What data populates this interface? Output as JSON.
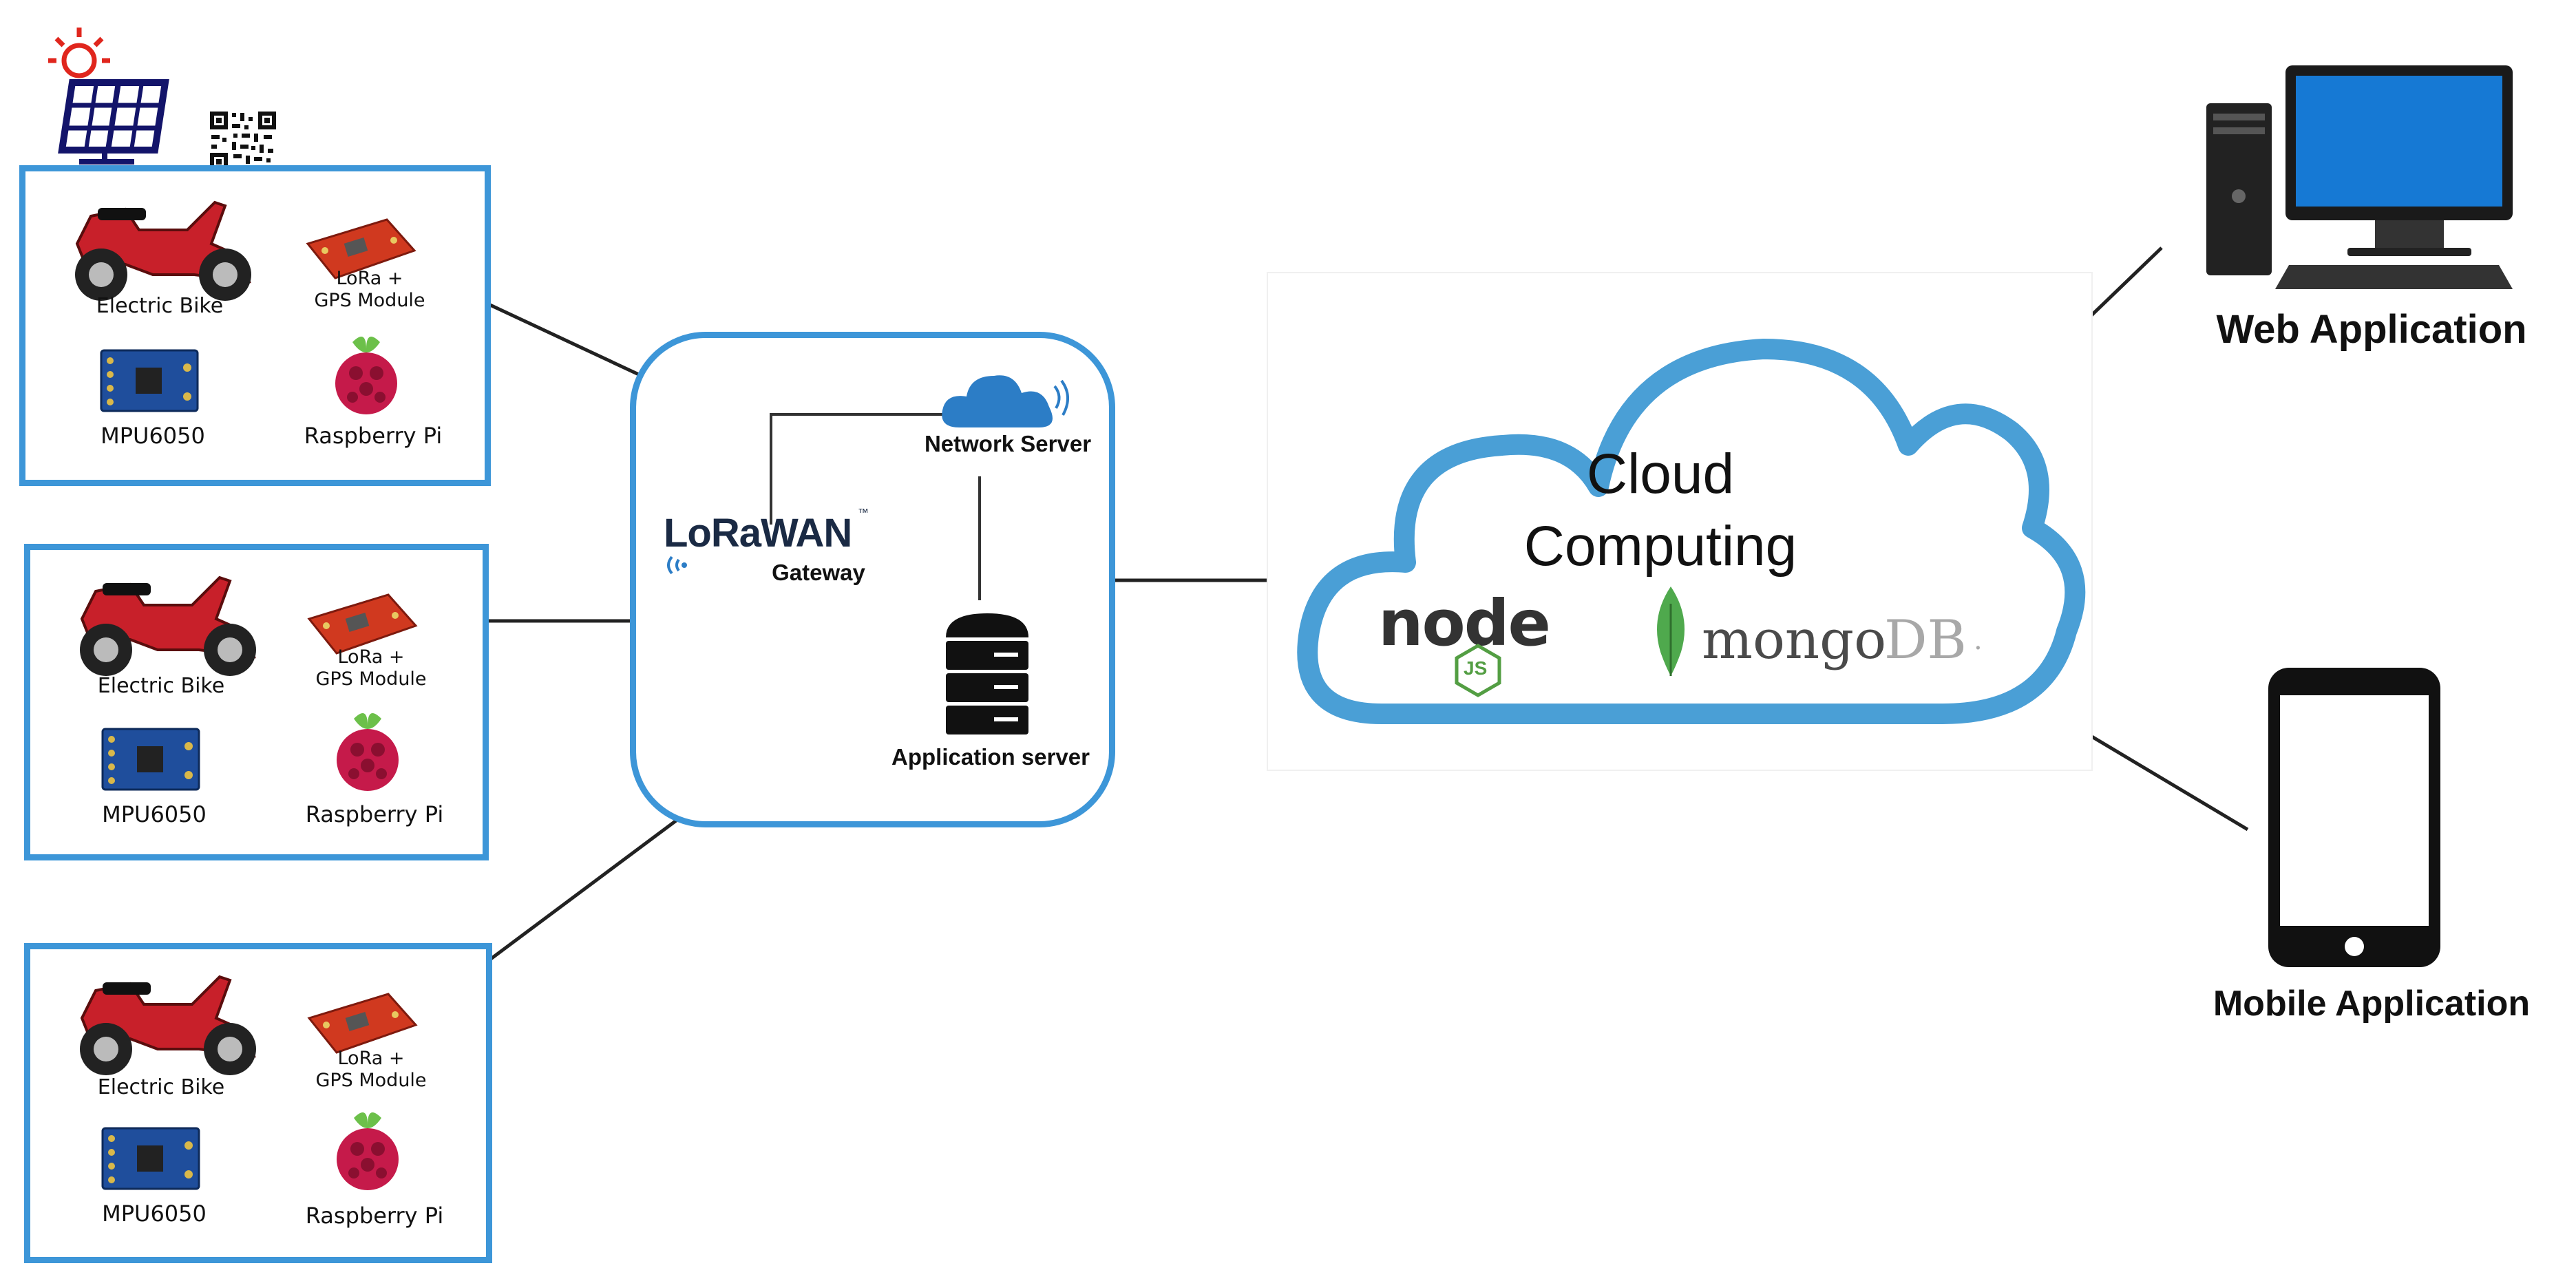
{
  "devices": [
    {
      "bike_label": "Electric Bike",
      "module_label_line1": "LoRa +",
      "module_label_line2": "GPS Module",
      "sensor_label": "MPU6050",
      "pi_label": "Raspberry Pi"
    },
    {
      "bike_label": "Electric Bike",
      "module_label_line1": "LoRa +",
      "module_label_line2": "GPS Module",
      "sensor_label": "MPU6050",
      "pi_label": "Raspberry Pi"
    },
    {
      "bike_label": "Electric Bike",
      "module_label_line1": "LoRa +",
      "module_label_line2": "GPS Module",
      "sensor_label": "MPU6050",
      "pi_label": "Raspberry Pi"
    }
  ],
  "gateway": {
    "brand": "LoRaWAN",
    "tm": "™",
    "gateway_label": "Gateway",
    "network_server_label": "Network Server",
    "application_server_label": "Application server"
  },
  "cloud": {
    "title_line1": "Cloud",
    "title_line2": "Computing",
    "node_logo_text": "node",
    "node_js_badge": "JS",
    "mongo_logo_text_1": "mongo",
    "mongo_logo_text_2": "DB",
    "mongo_reg": "."
  },
  "clients": {
    "web_label": "Web Application",
    "mobile_label": "Mobile Application"
  },
  "colors": {
    "box_border": "#3d96d8",
    "cloud_border": "#4a9fd6",
    "node_green": "#539e43",
    "mongo_green": "#4fa94d",
    "raspberry_red": "#c51a4a",
    "bike_red": "#c8202a",
    "pcb_red": "#d0391f",
    "sensor_blue": "#1f4e9c",
    "solar_blue": "#13146a",
    "sun_red": "#e0261d"
  }
}
